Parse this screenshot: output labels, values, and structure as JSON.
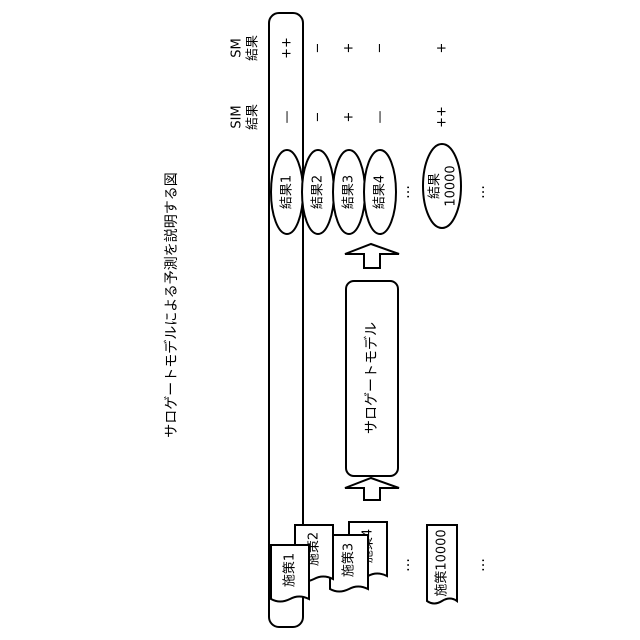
{
  "figure": {
    "title": "サロゲートモデルによる予測を説明する図"
  },
  "model": {
    "label": "サロゲートモデル"
  },
  "policies": {
    "items": [
      "施策1",
      "施策2",
      "施策3",
      "施策4"
    ],
    "ellipsis": "…",
    "last": "施策10000",
    "trailing_ellipsis": "…"
  },
  "results": {
    "items": [
      "結果1",
      "結果2",
      "結果3",
      "結果4"
    ],
    "ellipsis": "…",
    "last": [
      "結果",
      "10000"
    ],
    "trailing_ellipsis": "…"
  },
  "comparison": {
    "sim_header": [
      "SIM",
      "結果"
    ],
    "sm_header": [
      "SM",
      "結果"
    ],
    "sim_marks": [
      "—",
      "−",
      "+",
      "—",
      "++"
    ],
    "sm_marks": [
      "++",
      "−",
      "+",
      "−",
      "+"
    ]
  }
}
